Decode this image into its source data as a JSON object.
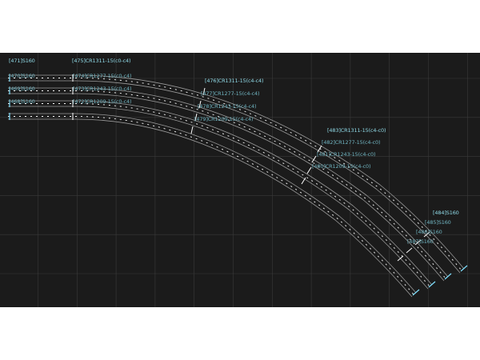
{
  "colors": {
    "background": "#1b1b1b",
    "grid": "#3a3a3a",
    "rail": "#9a9a9a",
    "rail_inner": "#cfcfcf",
    "center_dash": "#ffffff",
    "label": "#8fd9e6",
    "marker": "#7fe0ff"
  },
  "segment_labels": {
    "s471": "[471]S160",
    "s470": "[470]S160",
    "s469": "[469]S160",
    "s468": "[468]S160",
    "c475": "[475]CR1311-15(c0-c4)",
    "c474": "[474]CR1277-15(c0-c4)",
    "c473": "[473]CR1243-15(c0-c4)",
    "c472": "[472]CR1209-15(c0-c4)",
    "c476": "[476]CR1311-15(c4-c4)",
    "c477": "[477]CR1277-15(c4-c4)",
    "c478": "[478]CR1243-15(c4-c4)",
    "c479": "[479]CR1209-15(c4-c4)",
    "c483": "[483]CR1311-15(c4-c0)",
    "c482": "[482]CR1277-15(c4-c0)",
    "c481": "[481]CR1243-15(c4-c0)",
    "c480": "[480]CR1209-15(c4-c0)",
    "s484": "[484]S160",
    "s485": "[485]S160",
    "s486": "[486]S160",
    "s487": "[487]S160"
  }
}
